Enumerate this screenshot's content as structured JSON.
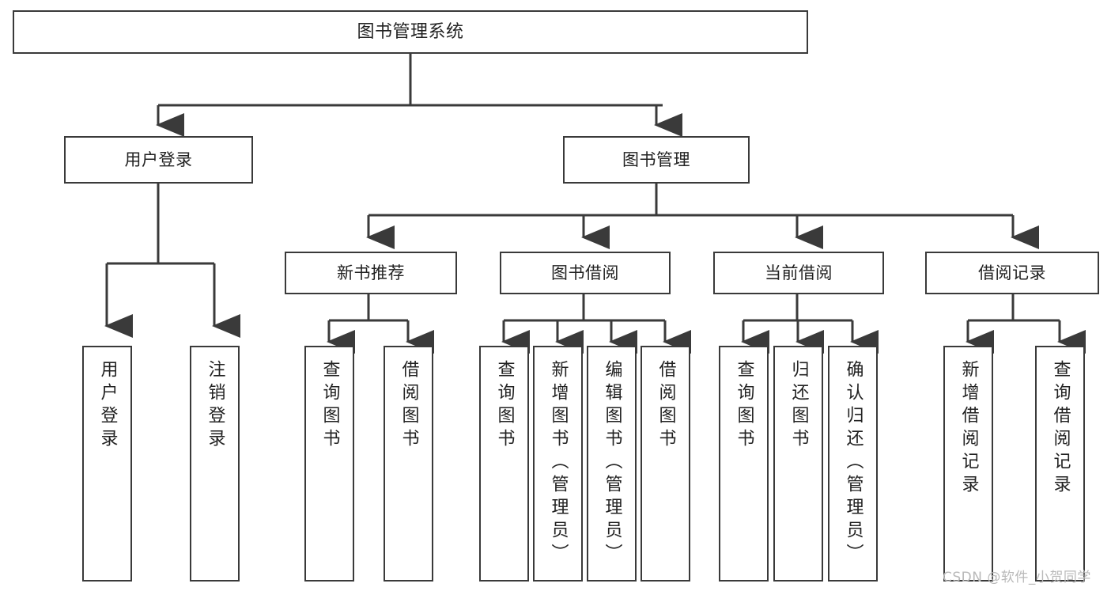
{
  "diagram": {
    "type": "tree",
    "title": "图书管理系统",
    "root": {
      "id": "root",
      "label": "图书管理系统"
    },
    "level1": [
      {
        "id": "user-login",
        "label": "用户登录"
      },
      {
        "id": "book-management",
        "label": "图书管理"
      }
    ],
    "level2": [
      {
        "id": "new-book-recommend",
        "label": "新书推荐",
        "parent": "book-management"
      },
      {
        "id": "book-borrow",
        "label": "图书借阅",
        "parent": "book-management"
      },
      {
        "id": "current-borrow",
        "label": "当前借阅",
        "parent": "book-management"
      },
      {
        "id": "borrow-record",
        "label": "借阅记录",
        "parent": "book-management"
      }
    ],
    "leaves": {
      "user_login": [
        {
          "id": "leaf-user-login",
          "label": "用户登录"
        },
        {
          "id": "leaf-logout-login",
          "label": "注销登录"
        }
      ],
      "new_book_recommend": [
        {
          "id": "leaf-query-book-1",
          "label": "查询图书"
        },
        {
          "id": "leaf-borrow-book-1",
          "label": "借阅图书"
        }
      ],
      "book_borrow": [
        {
          "id": "leaf-query-book-2",
          "label": "查询图书"
        },
        {
          "id": "leaf-add-book",
          "label": "新增图书（管理员）"
        },
        {
          "id": "leaf-edit-book",
          "label": "编辑图书（管理员）"
        },
        {
          "id": "leaf-borrow-book-2",
          "label": "借阅图书"
        }
      ],
      "current_borrow": [
        {
          "id": "leaf-query-book-3",
          "label": "查询图书"
        },
        {
          "id": "leaf-return-book",
          "label": "归还图书"
        },
        {
          "id": "leaf-confirm-return",
          "label": "确认归还（管理员）"
        }
      ],
      "borrow_record": [
        {
          "id": "leaf-add-record",
          "label": "新增借阅记录"
        },
        {
          "id": "leaf-query-record",
          "label": "查询借阅记录"
        }
      ]
    }
  },
  "watermark": {
    "text": "CSDN @软件_小贺同学"
  },
  "colors": {
    "border": "#3a3a3a",
    "text": "#222222",
    "background": "#ffffff",
    "watermark": "#b9b9b9"
  }
}
